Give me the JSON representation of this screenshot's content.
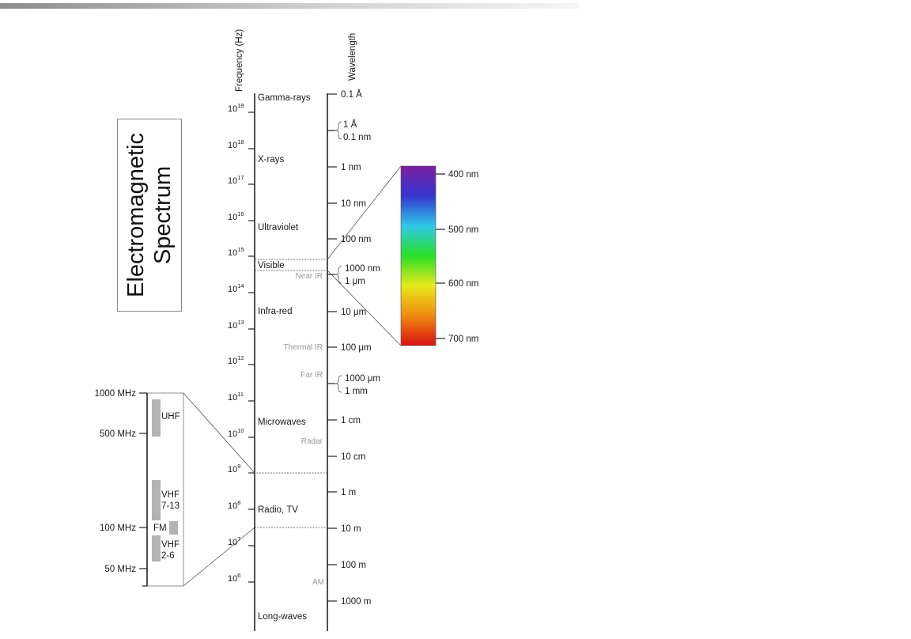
{
  "title_lines": [
    "Electromagnetic",
    "Spectrum"
  ],
  "frequency_axis": {
    "label": "Frequency (Hz)",
    "ticks": [
      {
        "base": "10",
        "exp": "19"
      },
      {
        "base": "10",
        "exp": "18"
      },
      {
        "base": "10",
        "exp": "17"
      },
      {
        "base": "10",
        "exp": "16"
      },
      {
        "base": "10",
        "exp": "15"
      },
      {
        "base": "10",
        "exp": "14"
      },
      {
        "base": "10",
        "exp": "13"
      },
      {
        "base": "10",
        "exp": "12"
      },
      {
        "base": "10",
        "exp": "11"
      },
      {
        "base": "10",
        "exp": "10"
      },
      {
        "base": "10",
        "exp": "9"
      },
      {
        "base": "10",
        "exp": "8"
      },
      {
        "base": "10",
        "exp": "7"
      },
      {
        "base": "10",
        "exp": "6"
      }
    ]
  },
  "wavelength_axis": {
    "label": "Wavelength",
    "ticks": [
      "0.1 Å",
      "1 nm",
      "10 nm",
      "100 nm",
      "100 μm",
      "1 cm",
      "10 cm",
      "1 m",
      "10 m",
      "100 m",
      "1000 m"
    ],
    "pairs": [
      [
        "1 Å",
        "0.1 nm"
      ],
      [
        "1000 nm",
        "1 μm"
      ],
      [
        "1000 μm",
        "1 mm"
      ]
    ],
    "single_tick_10um": "10 μm"
  },
  "bands": [
    "Gamma-rays",
    "X-rays",
    "Ultraviolet",
    "Visible",
    "Infra-red",
    "Microwaves",
    "Radio, TV",
    "Long-waves"
  ],
  "sub_bands": [
    "Near IR",
    "Thermal IR",
    "Far IR",
    "Radar",
    "AM"
  ],
  "visible_inset": {
    "ticks": [
      "400 nm",
      "500 nm",
      "600 nm",
      "700 nm"
    ],
    "gradient_colors": [
      "#7a1fa0",
      "#3535d0",
      "#30c8e8",
      "#28e028",
      "#e8e81a",
      "#f08a10",
      "#d81010"
    ]
  },
  "radio_inset": {
    "ticks": [
      "1000 MHz",
      "500 MHz",
      "100 MHz",
      "50 MHz"
    ],
    "bands": [
      "UHF",
      "VHF",
      "7-13",
      "FM",
      "VHF",
      "2-6"
    ],
    "bar_color": "#b3b3b3"
  }
}
